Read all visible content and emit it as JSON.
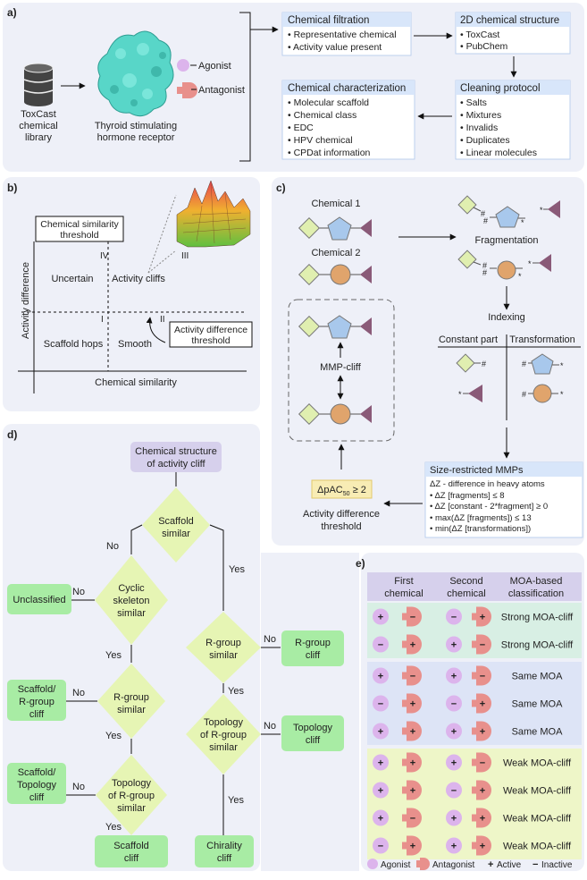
{
  "panel_a": {
    "label": "a)",
    "library": [
      "ToxCast",
      "chemical",
      "library"
    ],
    "receptor": [
      "Thyroid stimulating",
      "hormone receptor"
    ],
    "agonist": "Agonist",
    "antagonist": "Antagonist",
    "filtration": {
      "title": "Chemical filtration",
      "items": [
        "• Representative chemical",
        "• Activity value present"
      ]
    },
    "structure": {
      "title": "2D chemical structure",
      "items": [
        "• ToxCast",
        "• PubChem"
      ]
    },
    "cleaning": {
      "title": "Cleaning protocol",
      "items": [
        "• Salts",
        "• Mixtures",
        "• Invalids",
        "• Duplicates",
        "• Linear molecules"
      ]
    },
    "characterization": {
      "title": "Chemical characterization",
      "items": [
        "• Molecular scaffold",
        "• Chemical class",
        "• EDC",
        "• HPV chemical",
        "• CPDat information"
      ]
    }
  },
  "panel_b": {
    "label": "b)",
    "sim_threshold": [
      "Chemical similarity",
      "threshold"
    ],
    "act_threshold": [
      "Activity difference",
      "threshold"
    ],
    "q1": "I",
    "q2": "II",
    "q3": "III",
    "q4": "IV",
    "uncertain": "Uncertain",
    "cliffs": "Activity cliffs",
    "hops": "Scaffold hops",
    "smooth": "Smooth",
    "ylabel": "Activity difference",
    "xlabel": "Chemical similarity"
  },
  "panel_c": {
    "label": "c)",
    "chem1": "Chemical 1",
    "chem2": "Chemical 2",
    "fragmentation": "Fragmentation",
    "indexing": "Indexing",
    "constant": "Constant part",
    "transformation": "Transformation",
    "mmp_cliff": "MMP-cliff",
    "delta": "ΔpAC",
    "delta_sub": "50",
    "delta_rest": " ≥ 2",
    "act_thresh": [
      "Activity difference",
      "threshold"
    ],
    "mmp_title": "Size-restricted MMPs",
    "mmp_items": [
      "ΔZ - difference in heavy atoms",
      "• ΔZ [fragments] ≤ 8",
      "• ΔZ [constant - 2*fragment] ≥ 0",
      "• max(ΔZ [fragments]) ≤ 13",
      "• min(ΔZ [transformations])"
    ],
    "hash": "#",
    "dot": "*"
  },
  "panel_d": {
    "label": "d)",
    "start": [
      "Chemical structure",
      "of activity cliff"
    ],
    "scaffold": [
      "Scaffold",
      "similar"
    ],
    "cyclic": [
      "Cyclic",
      "skeleton",
      "similar"
    ],
    "rgroup_left": [
      "R-group",
      "similar"
    ],
    "topo_left": [
      "Topology",
      "of R-group",
      "similar"
    ],
    "rgroup_right": [
      "R-group",
      "similar"
    ],
    "topo_right": [
      "Topology",
      "of R-group",
      "similar"
    ],
    "unclassified": "Unclassified",
    "sr_cliff": [
      "Scaffold/",
      "R-group",
      "cliff"
    ],
    "st_cliff": [
      "Scaffold/",
      "Topology",
      "cliff"
    ],
    "scaffold_cliff": [
      "Scaffold",
      "cliff"
    ],
    "rgroup_cliff": [
      "R-group",
      "cliff"
    ],
    "topology_cliff": [
      "Topology",
      "cliff"
    ],
    "chirality_cliff": [
      "Chirality",
      "cliff"
    ],
    "yes": "Yes",
    "no": "No"
  },
  "panel_e": {
    "label": "e)",
    "headers": [
      [
        "First",
        "chemical"
      ],
      [
        "Second",
        "chemical"
      ],
      [
        "MOA-based",
        "classification"
      ]
    ],
    "rows": [
      {
        "a": "+",
        "b": "−",
        "c": "−",
        "d": "+",
        "cls": "Strong MOA-cliff",
        "group": "strong"
      },
      {
        "a": "−",
        "b": "+",
        "c": "+",
        "d": "−",
        "cls": "Strong MOA-cliff",
        "group": "strong"
      },
      {
        "a": "+",
        "b": "−",
        "c": "+",
        "d": "−",
        "cls": "Same MOA",
        "group": "same"
      },
      {
        "a": "−",
        "b": "+",
        "c": "−",
        "d": "+",
        "cls": "Same MOA",
        "group": "same"
      },
      {
        "a": "+",
        "b": "+",
        "c": "+",
        "d": "+",
        "cls": "Same MOA",
        "group": "same"
      },
      {
        "a": "+",
        "b": "+",
        "c": "+",
        "d": "−",
        "cls": "Weak MOA-cliff",
        "group": "weak"
      },
      {
        "a": "+",
        "b": "+",
        "c": "−",
        "d": "+",
        "cls": "Weak MOA-cliff",
        "group": "weak"
      },
      {
        "a": "+",
        "b": "−",
        "c": "+",
        "d": "+",
        "cls": "Weak MOA-cliff",
        "group": "weak"
      },
      {
        "a": "−",
        "b": "+",
        "c": "+",
        "d": "+",
        "cls": "Weak MOA-cliff",
        "group": "weak"
      }
    ],
    "legend": {
      "agonist": "Agonist",
      "antagonist": "Antagonist",
      "active_sym": "+",
      "active": "Active",
      "inactive_sym": "−",
      "inactive": "Inactive"
    }
  },
  "colors": {
    "panel_bg": "#eef0f8",
    "box_title": "#d8e6fa",
    "box_border": "#bcd0ee",
    "protein": "#58d6c8",
    "agonist": "#dcb4ec",
    "antagonist": "#e8908c",
    "diamond": "#e0efb0",
    "pentagon": "#a8c8ec",
    "circle": "#e0a46c",
    "triangle": "#8a5a78",
    "decision": "#e6f5b4",
    "leaf": "#a8eca4",
    "start": "#d6d0ec",
    "delta_box": "#f8ecb4",
    "header_bg": "#d6d0ec",
    "strong_bg": "#d8efe4",
    "same_bg": "#dde4f6",
    "weak_bg": "#eef6c8"
  }
}
